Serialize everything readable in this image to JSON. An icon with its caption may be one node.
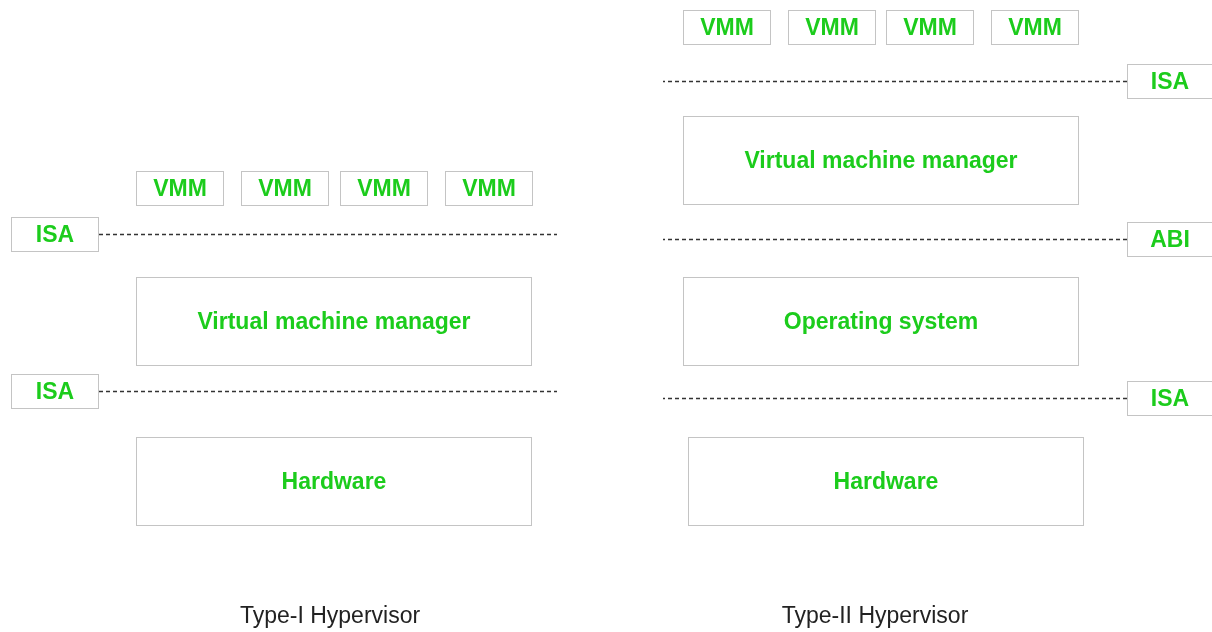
{
  "diagram": {
    "nodes": [
      {
        "text": [
          "VMM"
        ]
      },
      {
        "text": [
          "VMM"
        ]
      },
      {
        "text": [
          "VMM"
        ]
      },
      {
        "text": [
          "VMM"
        ]
      },
      {
        "text": [
          "ISA"
        ]
      },
      {
        "text": [
          "Virtual machine manager"
        ]
      },
      {
        "text": [
          "ISA"
        ]
      },
      {
        "text": [
          "Hardware"
        ]
      },
      {
        "text": [
          "VMM"
        ]
      },
      {
        "text": [
          "VMM"
        ]
      },
      {
        "text": [
          "VMM"
        ]
      },
      {
        "text": [
          "VMM"
        ]
      },
      {
        "text": [
          "ISA"
        ]
      },
      {
        "text": [
          "Virtual machine manager"
        ]
      },
      {
        "text": [
          "ABI"
        ]
      },
      {
        "text": [
          "Operating system"
        ]
      },
      {
        "text": [
          "ISA"
        ]
      },
      {
        "text": [
          "Hardware"
        ]
      }
    ],
    "edges": [
      {
        "from": 4,
        "to": null,
        "arrow": "none",
        "style": "dashed"
      },
      {
        "from": 6,
        "to": null,
        "arrow": "none",
        "style": "dashed"
      },
      {
        "from": 12,
        "to": null,
        "arrow": "none",
        "style": "dashed"
      },
      {
        "from": 14,
        "to": null,
        "arrow": "none",
        "style": "dashed"
      },
      {
        "from": 16,
        "to": null,
        "arrow": "none",
        "style": "dashed"
      }
    ],
    "labels": [
      "Type-I Hypervisor",
      "Type-II Hypervisor"
    ]
  }
}
